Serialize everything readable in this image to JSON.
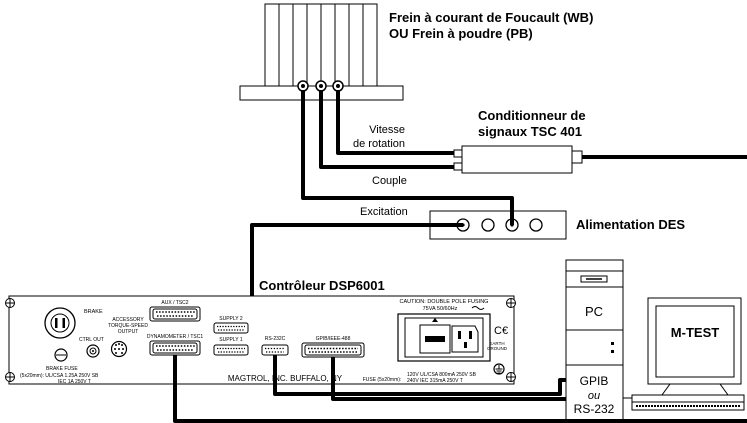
{
  "labels": {
    "brake_title_1": "Frein à courant de Foucault (WB)",
    "brake_title_2": "OU Frein à poudre (PB)",
    "tsc_title_1": "Conditionneur de",
    "tsc_title_2": "signaux TSC 401",
    "speed_1": "Vitesse",
    "speed_2": "de rotation",
    "torque": "Couple",
    "excitation": "Excitation",
    "des": "Alimentation DES",
    "controller": "Contrôleur DSP6001",
    "pc": "PC",
    "mtest": "M-TEST",
    "gpib": "GPIB",
    "ou": "ou",
    "rs232": "RS-232"
  },
  "panel": {
    "brake": "BRAKE",
    "brake_fuse": "BRAKE FUSE",
    "ctrl_out": "CTRL OUT",
    "accessory_1": "ACCESSORY",
    "accessory_2": "TORQUE-SPEED",
    "accessory_3": "OUTPUT",
    "aux": "AUX / TSC2",
    "dyno": "DYNAMOMETER / TSC1",
    "supply2": "SUPPLY 2",
    "supply1": "SUPPLY 1",
    "rs232c": "RS-232C",
    "gpib_ieee": "GPIB/IEEE-488",
    "caution_1": "CAUTION:  DOUBLE POLE FUSING",
    "caution_2": "75VA  50/60Hz",
    "earth_1": "EARTH",
    "earth_2": "GROUND",
    "fuse_left_1": "(5x20mm):  UL/CSA   1.25A   250V   SB",
    "fuse_left_2": "IEC   1A   250V   T",
    "maker": "MAGTROL, INC.   BUFFALO, NY",
    "fuse_right_label": "FUSE  (5x20mm):",
    "fuse_right_1": "120V   UL/CSA   800mA   250V   SB",
    "fuse_right_2": "240V   IEC   315mA   250V   T",
    "ce": "C€"
  },
  "colors": {
    "line": "#000000",
    "background": "#ffffff"
  }
}
